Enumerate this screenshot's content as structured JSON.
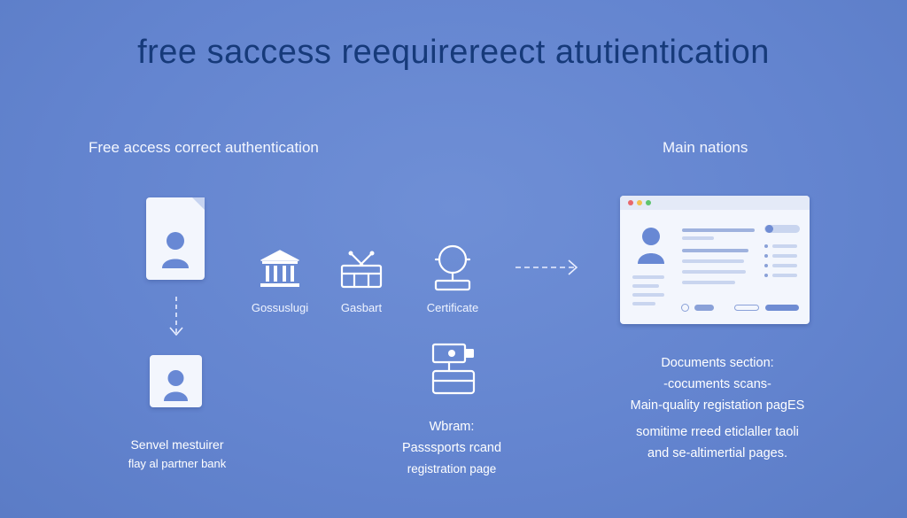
{
  "title": "free saccess reequirereect atutientication",
  "left_heading": "Free access correct authentication",
  "right_heading": "Main nations",
  "icons": [
    {
      "label": "Gossuslugi",
      "icon": "bank-building-icon"
    },
    {
      "label": "Gasbart",
      "icon": "briefcase-tools-icon"
    },
    {
      "label": "Certificate",
      "icon": "certificate-stand-icon"
    }
  ],
  "server": {
    "line1": "Senvel mestuirer",
    "line2": "flay al partner bank"
  },
  "webcam": {
    "line1": "Wbram:",
    "line2": "Passsports rcand",
    "line3": "registration page"
  },
  "documents": {
    "line1": "Documents section:",
    "line2": "-cocuments scans-",
    "line3": "Main-quality registation pagES",
    "line4": "somitime rreed eticlaller taoli",
    "line5": "and se-altimertial pages."
  },
  "colors": {
    "background": "#6384cf",
    "title": "#163a7a",
    "card": "#f3f6fd",
    "accent": "#6888d4",
    "window_dots": [
      "#e8676b",
      "#f2c14e",
      "#5ec46e"
    ]
  }
}
